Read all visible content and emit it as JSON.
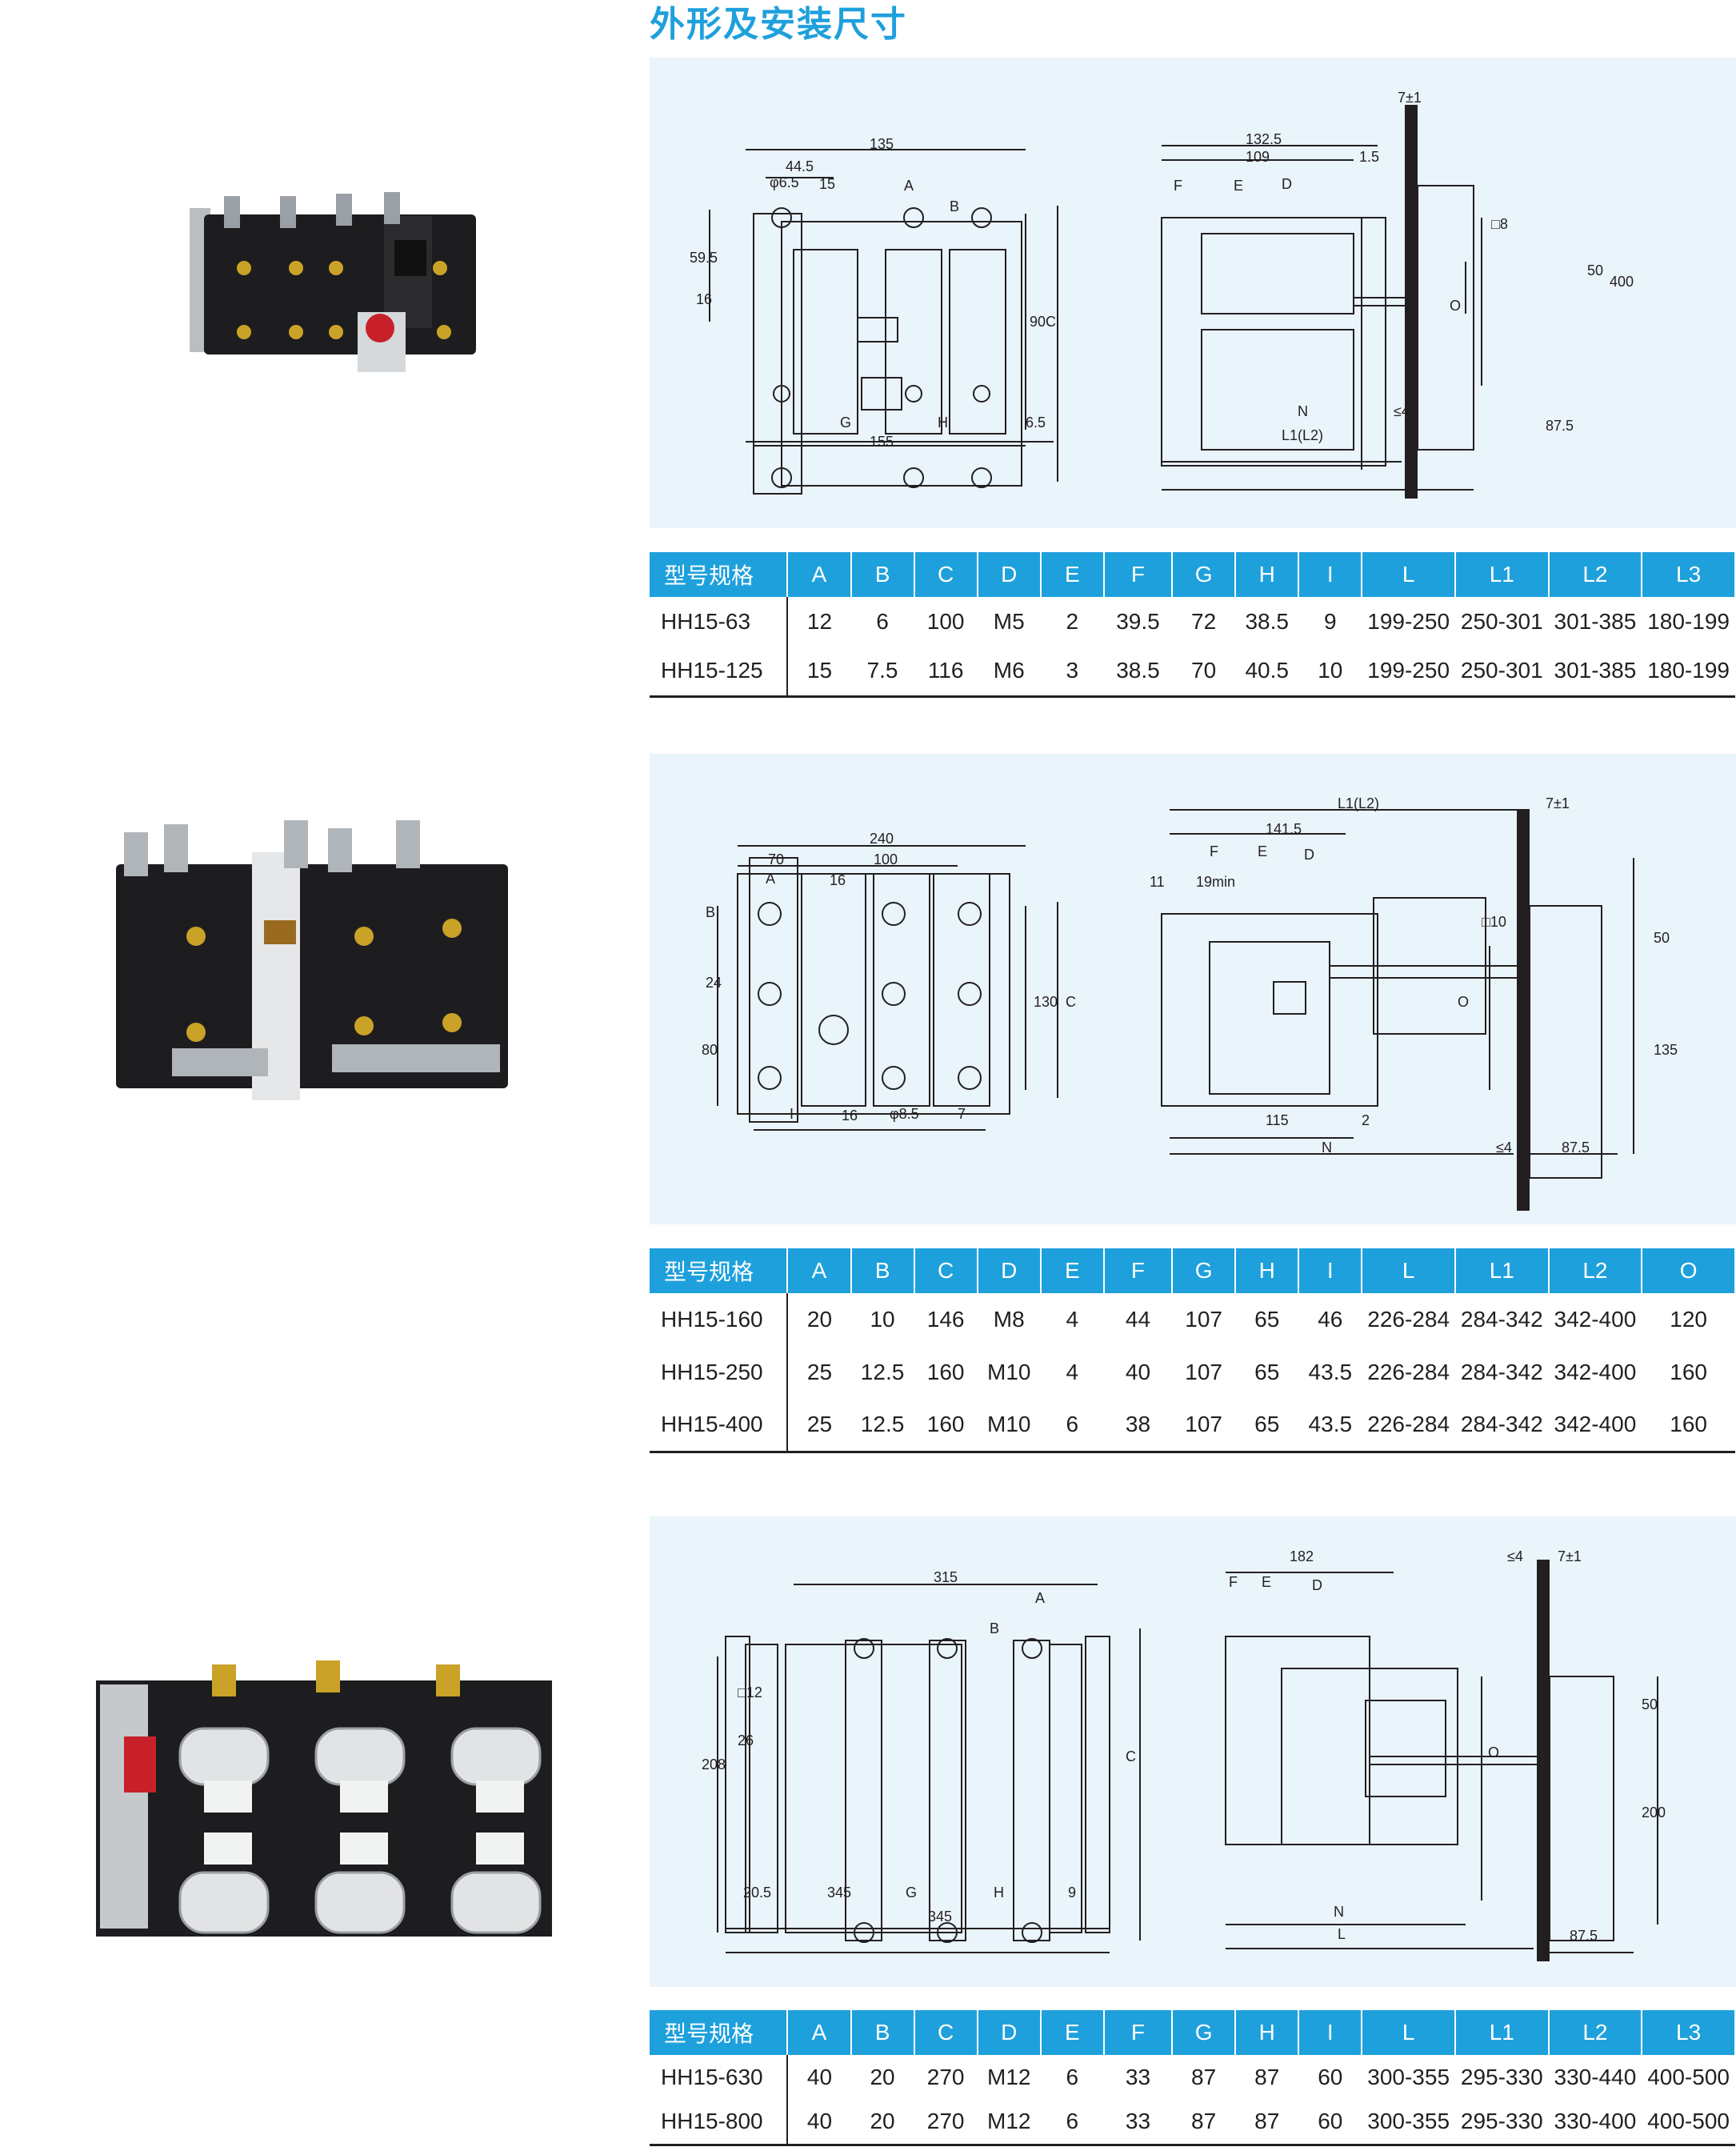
{
  "page_title": "外形及安装尺寸",
  "colors": {
    "accent": "#1ea0dc",
    "drawing_bg": "#e9f4fb",
    "text": "#231f20"
  },
  "sections": [
    {
      "labels": {
        "front": [
          "135",
          "44.5",
          "φ6.5",
          "15",
          "A",
          "B",
          "59.5",
          "16",
          "90",
          "C",
          "G",
          "H",
          "6.5",
          "155"
        ],
        "side": [
          "7±1",
          "132.5",
          "109",
          "1.5",
          "F",
          "E",
          "D",
          "□8",
          "O",
          "50",
          "400",
          "N",
          "≤4",
          "87.5",
          "L1(L2)"
        ]
      },
      "headers": [
        "型号规格",
        "A",
        "B",
        "C",
        "D",
        "E",
        "F",
        "G",
        "H",
        "I",
        "L",
        "L1",
        "L2",
        "L3"
      ],
      "rows": [
        [
          "HH15-63",
          "12",
          "6",
          "100",
          "M5",
          "2",
          "39.5",
          "72",
          "38.5",
          "9",
          "199-250",
          "250-301",
          "301-385",
          "180-199"
        ],
        [
          "HH15-125",
          "15",
          "7.5",
          "116",
          "M6",
          "3",
          "38.5",
          "70",
          "40.5",
          "10",
          "199-250",
          "250-301",
          "301-385",
          "180-199"
        ]
      ]
    },
    {
      "labels": {
        "front": [
          "240",
          "70",
          "100",
          "A",
          "16",
          "B",
          "24",
          "80",
          "130",
          "C",
          "I",
          "16",
          "φ8.5",
          "7"
        ],
        "side": [
          "L1(L2)",
          "7±1",
          "141.5",
          "F",
          "E",
          "D",
          "11",
          "19min",
          "□10",
          "50",
          "O",
          "135",
          "115",
          "2",
          "N",
          "≤4",
          "87.5"
        ]
      },
      "headers": [
        "型号规格",
        "A",
        "B",
        "C",
        "D",
        "E",
        "F",
        "G",
        "H",
        "I",
        "L",
        "L1",
        "L2",
        "O"
      ],
      "rows": [
        [
          "HH15-160",
          "20",
          "10",
          "146",
          "M8",
          "4",
          "44",
          "107",
          "65",
          "46",
          "226-284",
          "284-342",
          "342-400",
          "120"
        ],
        [
          "HH15-250",
          "25",
          "12.5",
          "160",
          "M10",
          "4",
          "40",
          "107",
          "65",
          "43.5",
          "226-284",
          "284-342",
          "342-400",
          "160"
        ],
        [
          "HH15-400",
          "25",
          "12.5",
          "160",
          "M10",
          "6",
          "38",
          "107",
          "65",
          "43.5",
          "226-284",
          "284-342",
          "342-400",
          "160"
        ]
      ]
    },
    {
      "labels": {
        "front": [
          "315",
          "A",
          "B",
          "□12",
          "26",
          "208",
          "C",
          "20.5",
          "345",
          "G",
          "H",
          "9",
          "345"
        ],
        "side": [
          "182",
          "≤4",
          "7±1",
          "F",
          "E",
          "D",
          "O",
          "50",
          "200",
          "N",
          "L",
          "87.5"
        ]
      },
      "headers": [
        "型号规格",
        "A",
        "B",
        "C",
        "D",
        "E",
        "F",
        "G",
        "H",
        "I",
        "L",
        "L1",
        "L2",
        "L3"
      ],
      "rows": [
        [
          "HH15-630",
          "40",
          "20",
          "270",
          "M12",
          "6",
          "33",
          "87",
          "87",
          "60",
          "300-355",
          "295-330",
          "330-440",
          "400-500"
        ],
        [
          "HH15-800",
          "40",
          "20",
          "270",
          "M12",
          "6",
          "33",
          "87",
          "87",
          "60",
          "300-355",
          "295-330",
          "330-400",
          "400-500"
        ]
      ]
    }
  ]
}
